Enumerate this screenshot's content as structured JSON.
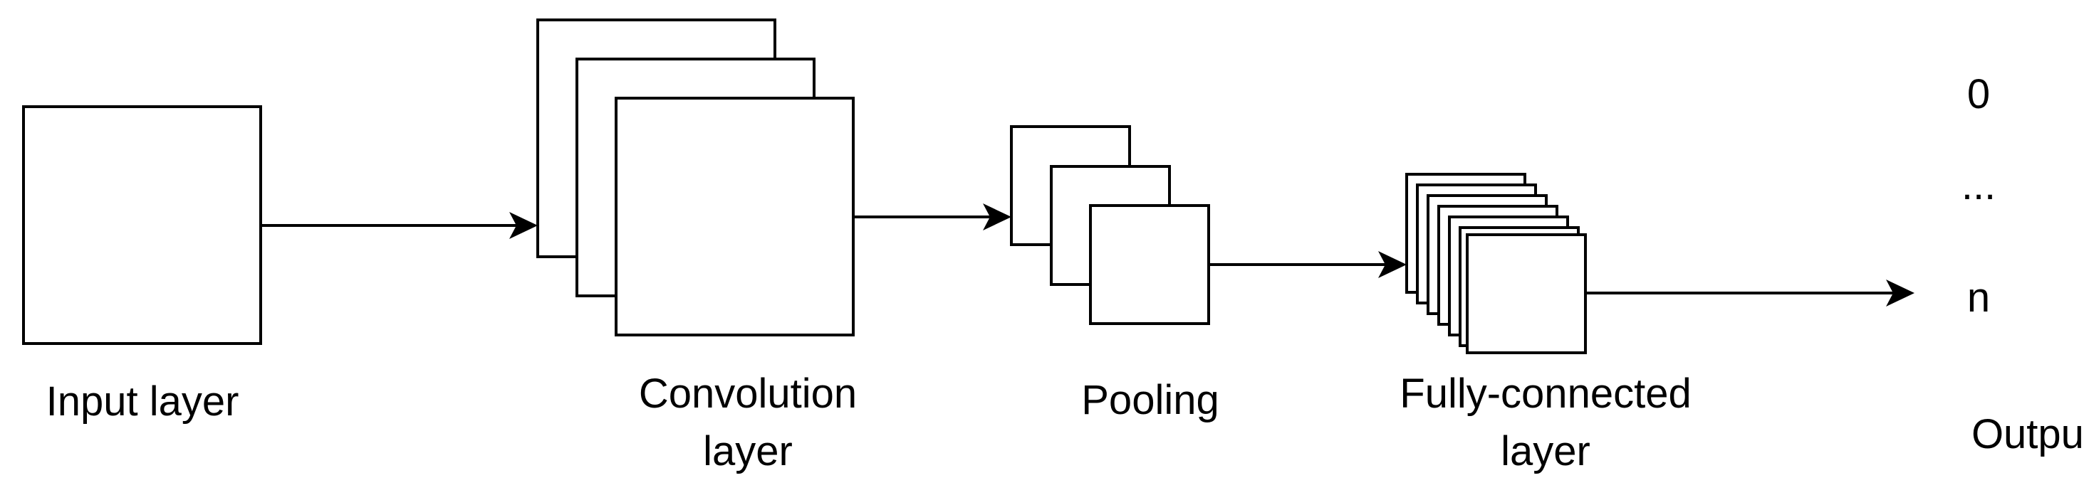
{
  "diagram": {
    "labels": {
      "input": "Input layer",
      "conv_line1": "Convolution",
      "conv_line2": "layer",
      "pooling": "Pooling",
      "fc_line1": "Fully-connected",
      "fc_line2": "layer",
      "output": "Output",
      "out_first": "0",
      "out_ellipsis": "...",
      "out_last": "n"
    },
    "colors": {
      "stroke": "#000000",
      "fill": "#ffffff"
    }
  }
}
